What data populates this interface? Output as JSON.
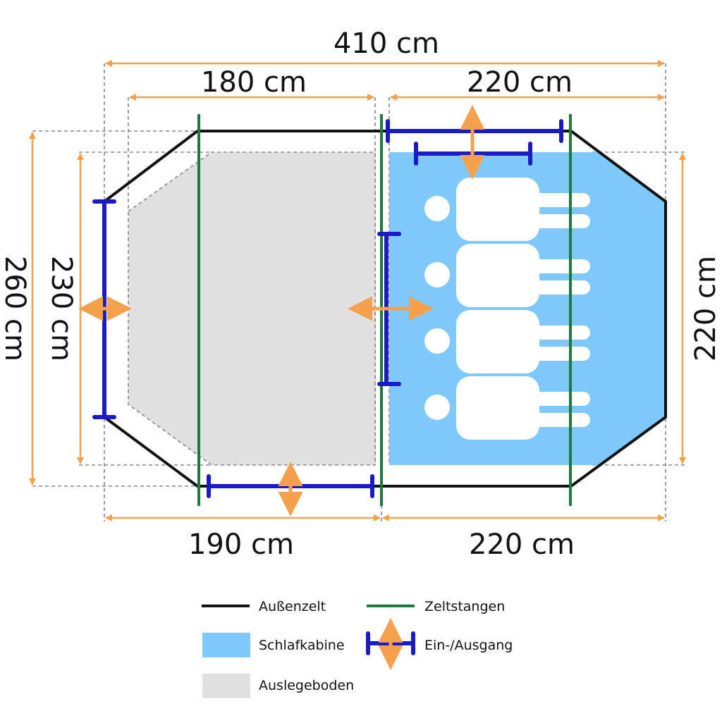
{
  "dimensions": {
    "total_width": "410 cm",
    "top_left": "180 cm",
    "top_right": "220 cm",
    "bottom_left": "190 cm",
    "bottom_right": "220 cm",
    "height_outer": "260 cm",
    "height_floor": "230 cm",
    "height_cabin": "220 cm"
  },
  "legend": {
    "outer_tent": "Außenzelt",
    "poles": "Zeltstangen",
    "cabin": "Schlafkabine",
    "entrance": "Ein-/Ausgang",
    "floor": "Auslegeboden"
  },
  "colors": {
    "outer_tent": "#111111",
    "poles": "#1e7a3c",
    "cabin": "#7fc8fa",
    "floor": "#e0e0e0",
    "entrance_bar": "#1a1ac8",
    "arrow": "#f5a04a",
    "dimension_line": "#f5a04a",
    "guide_line": "#888888"
  },
  "sleepers": 4
}
